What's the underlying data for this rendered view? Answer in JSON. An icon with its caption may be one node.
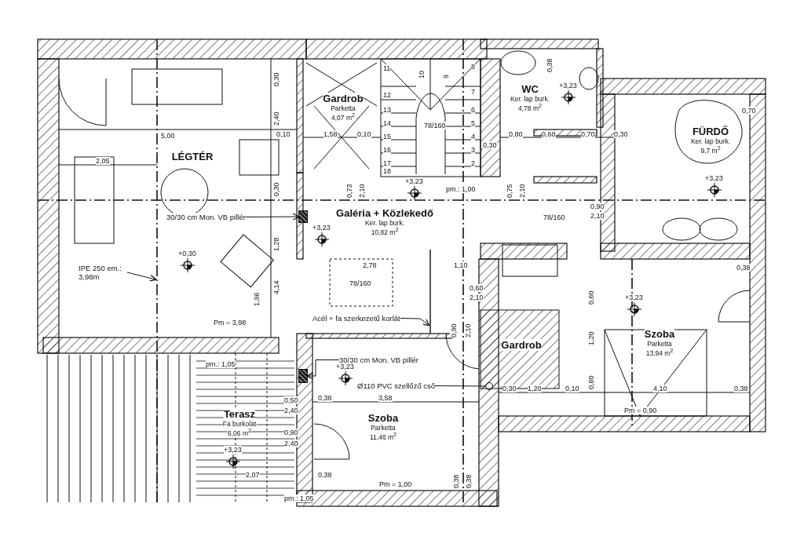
{
  "diagram": {
    "nodes": [
      {
        "text": [
          "LÉGTÉR"
        ]
      },
      {
        "text": [
          "Gardrob",
          "Parketta",
          "4,07 m$^{2}$"
        ]
      },
      {
        "text": [
          "WC",
          "Ker. lap burk.",
          "4,78 m$^{2}$"
        ]
      },
      {
        "text": [
          "FÜRDŐ",
          "Ker. lap burk.",
          "9,7 m$^{2}$"
        ]
      },
      {
        "text": [
          "Galéria + Közlekedő",
          "Ker. lap burk.",
          "10,82 m$^{2}$"
        ]
      },
      {
        "text": [
          "Szoba",
          "Parketta",
          "11,46 m$^{2}$"
        ]
      },
      {
        "text": [
          "Szoba",
          "Parketta",
          "13,94 m$^{2}$"
        ]
      },
      {
        "text": [
          "Gardrob"
        ]
      },
      {
        "text": [
          "Terasz",
          "Fa burkolat",
          "6,06 m$^{2}$"
        ]
      },
      {
        "text": [],
        "shape": "box"
      },
      {
        "text": [
          "30/30 cm Mon. VB pillér"
        ]
      },
      {
        "text": [
          "IPE 250 em.: 3,98m"
        ]
      },
      {
        "text": [
          "Acél + fa szerkezetű korlát"
        ]
      },
      {
        "text": [
          "30/30 cm Mon. VB pillér"
        ]
      },
      {
        "text": [],
        "shape": "box"
      },
      {
        "text": [
          "Ø110 PVC szellőző cső"
        ]
      },
      {
        "text": [],
        "shape": "circle"
      }
    ],
    "edges": [
      {
        "from": 10,
        "to": 9,
        "arrow": "to"
      },
      {
        "from": 11,
        "to": null,
        "arrow": "to"
      },
      {
        "from": 12,
        "to": null,
        "arrow": "to"
      },
      {
        "from": 13,
        "to": 14,
        "arrow": "to"
      },
      {
        "from": 15,
        "to": 16,
        "arrow": "none"
      }
    ],
    "labels": [
      "5,00",
      "2,05",
      "0,30",
      "2,40",
      "0,10",
      "1,58",
      "0,10",
      "0,30",
      "1,28",
      "1,96",
      "4,14",
      "+0,30",
      "Pm = 3,98",
      "11",
      "12",
      "13",
      "14",
      "15",
      "16",
      "17",
      "18",
      "10",
      "9",
      "8",
      "7",
      "6",
      "5",
      "4",
      "3",
      "2",
      "78/160",
      "+3,23",
      "pm.: 1,00",
      "0,73",
      "2,10",
      "0,30",
      "+3,23",
      "0,38",
      "+3,23",
      "0,80",
      "0,60",
      "0,70",
      "0,30",
      "0,75",
      "2,10",
      "78/160",
      "0,90",
      "2,10",
      "0,70",
      "+3,23",
      "2,78",
      "1,10",
      "78/160",
      "0,60",
      "2,10",
      "0,90",
      "2,10",
      "0,38",
      "0,60",
      "+3,23",
      "1,20",
      "0,60",
      "0,30",
      "1,20",
      "0,10",
      "4,10",
      "0,38",
      "Pm = 0,90",
      "+3,23",
      "0,38",
      "3,58",
      "0,38",
      "Pm = 1,00",
      "0,38",
      "0,38",
      "pm.: 1,05",
      "0,50",
      "2,40",
      "0,90",
      "2,40",
      "+3,23",
      "2,07",
      "pm.: 1,05"
    ]
  }
}
